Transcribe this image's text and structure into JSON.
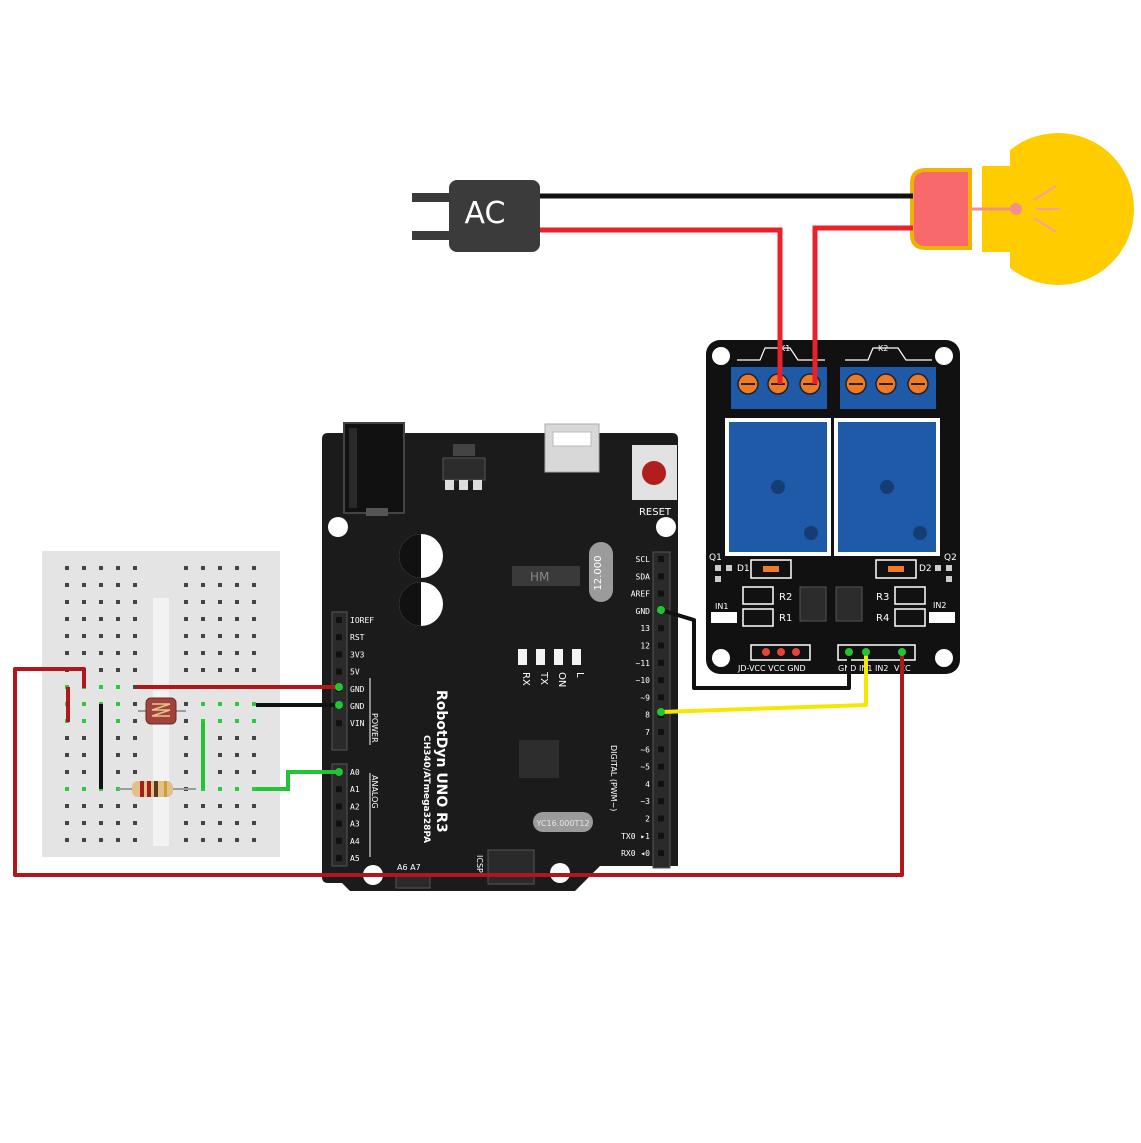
{
  "ac_plug": {
    "label": "AC"
  },
  "arduino": {
    "brand": "RobotDyn UNO R3",
    "chip": "CH340/ATmega328PA",
    "reset_label": "RESET",
    "crystal_label": "12.000",
    "crystal2_label": "YC16.000T12",
    "regulator_label": "HM",
    "led_labels": [
      "RX",
      "TX",
      "ON",
      "L"
    ],
    "left_header_pins": [
      "IOREF",
      "RST",
      "3V3",
      "5V",
      "GND",
      "GND",
      "VIN"
    ],
    "power_label": "POWER",
    "analog_pins": [
      "A0",
      "A1",
      "A2",
      "A3",
      "A4",
      "A5"
    ],
    "analog_label": "ANALOG",
    "bottom_pins": "A6 A7",
    "icsp_label": "ICSP",
    "right_header_pins": [
      "SCL",
      "SDA",
      "AREF",
      "GND",
      "13",
      "12",
      "~11",
      "~10",
      "~9",
      "8",
      "7",
      "~6",
      "~5",
      "4",
      "~3",
      "2",
      "TX0 ▸1",
      "RX0 ◂0"
    ],
    "digital_label": "DIGITAL (PWM~)"
  },
  "relay": {
    "relay_labels": [
      "K1",
      "K2"
    ],
    "transistor_labels": [
      "Q1",
      "Q2"
    ],
    "diode_labels": [
      "D1",
      "D2"
    ],
    "resistor_labels": [
      "R2",
      "R1",
      "R3",
      "R4"
    ],
    "input_led_labels": [
      "IN1",
      "IN2"
    ],
    "jd_header": "JD-VCC VCC GND",
    "input_header": [
      "GND",
      "IN1",
      "IN2",
      "VCC"
    ]
  },
  "colors": {
    "wire_red": "#e8212b",
    "wire_dark_red": "#b0171b",
    "wire_black": "#111111",
    "wire_green": "#22c433",
    "wire_yellow": "#f5e800",
    "relay_blue": "#1f5aa8",
    "bulb_yellow": "#ffcc00",
    "bulb_socket": "#f8696b",
    "board_black": "#1b1b1b",
    "breadboard": "#e4e4e4"
  }
}
